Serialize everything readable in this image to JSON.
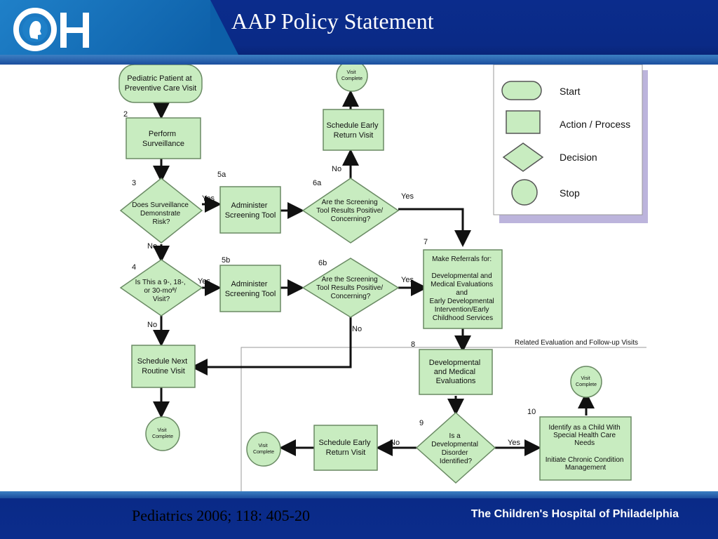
{
  "header": {
    "title": "AAP Policy Statement",
    "logo_text": "CH"
  },
  "legend": {
    "start": "Start",
    "action": "Action / Process",
    "decision": "Decision",
    "stop": "Stop"
  },
  "flow": {
    "n1": [
      "Pediatric Patient at",
      "Preventive Care Visit"
    ],
    "n2_num": "2",
    "n2": [
      "Perform",
      "Surveillance"
    ],
    "n3_num": "3",
    "n3": [
      "Does Surveillance",
      "Demonstrate",
      "Risk?"
    ],
    "n4_num": "4",
    "n4": [
      "Is This a 9-, 18-,",
      "or 30-moª/",
      "Visit?"
    ],
    "n5a_num": "5a",
    "n5a": [
      "Administer",
      "Screening Tool"
    ],
    "n5b_num": "5b",
    "n5b": [
      "Administer",
      "Screening Tool"
    ],
    "n6a_num": "6a",
    "n6a": [
      "Are the Screening",
      "Tool Results Positive/",
      "Concerning?"
    ],
    "n6b_num": "6b",
    "n6b": [
      "Are the Screening",
      "Tool Results Positive/",
      "Concerning?"
    ],
    "sched_early_top": [
      "Schedule Early",
      "Return Visit"
    ],
    "visit_complete": [
      "Visit",
      "Complete"
    ],
    "n7_num": "7",
    "n7": [
      "Make Referrals for:",
      "",
      "Developmental and",
      "Medical Evaluations",
      "and",
      "Early Developmental",
      "Intervention/Early",
      "Childhood Services"
    ],
    "sched_next": [
      "Schedule Next",
      "Routine Visit"
    ],
    "n8_num": "8",
    "n8": [
      "Developmental",
      "and Medical",
      "Evaluations"
    ],
    "related": "Related Evaluation and Follow-up Visits",
    "n9_num": "9",
    "n9": [
      "Is a",
      "Developmental",
      "Disorder",
      "Identified?"
    ],
    "n10_num": "10",
    "n10": [
      "Identify as a Child With",
      "Special Health Care",
      "Needs",
      "",
      "Initiate Chronic Condition",
      "Management"
    ],
    "sched_early_bottom": [
      "Schedule Early",
      "Return Visit"
    ],
    "yes": "Yes",
    "no": "No"
  },
  "footer": {
    "citation": "Pediatrics 2006; 118: 405-20",
    "hospital": "The Children's Hospital of Philadelphia"
  },
  "colors": {
    "node_fill": "#c8ecc0",
    "node_stroke": "#6a8a64",
    "header_blue": "#0b2c8c",
    "legend_shadow": "#bcb4dc"
  }
}
